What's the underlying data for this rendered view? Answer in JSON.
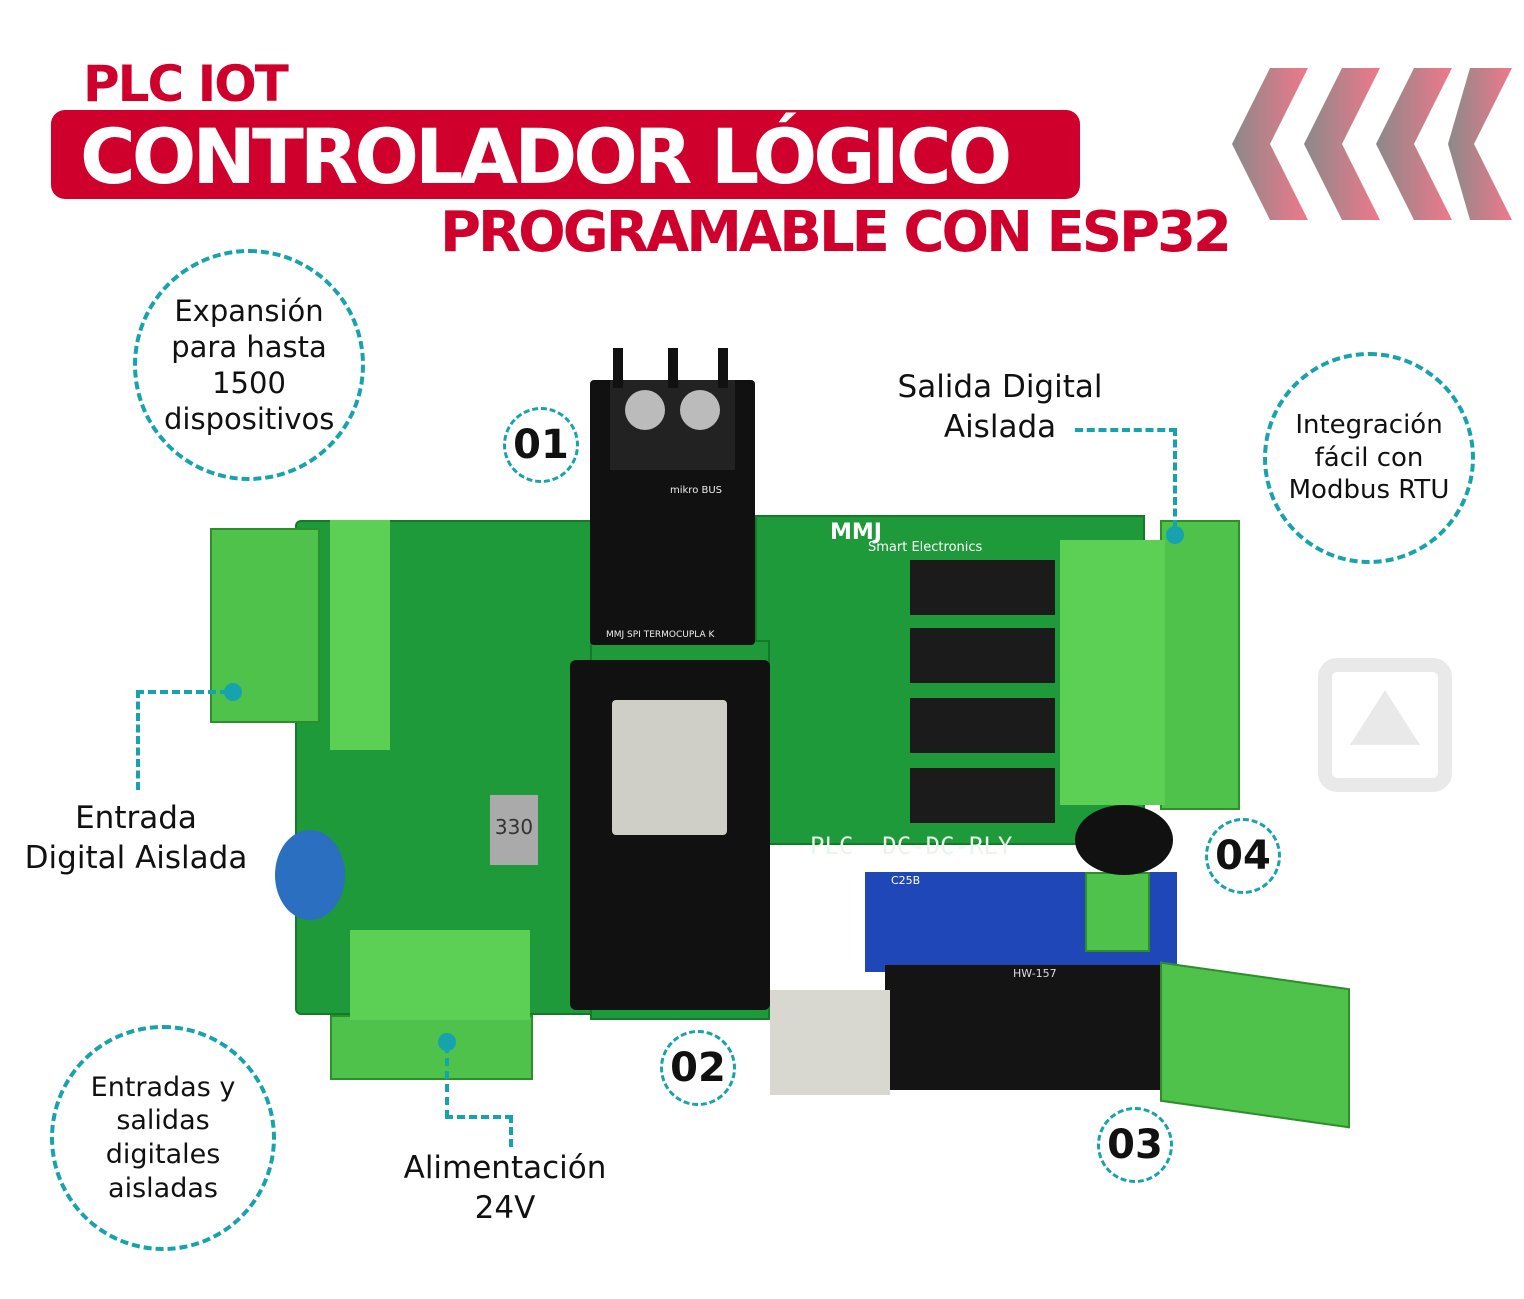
{
  "header": {
    "kicker": "PLC IOT",
    "title": "CONTROLADOR LÓGICO",
    "subtitle": "PROGRAMABLE CON ESP32"
  },
  "colors": {
    "brand_red": "#d0002c",
    "accent_teal": "#17a3ad",
    "pcb_green": "#1e9a3a"
  },
  "badges": {
    "expansion": "Expansión para hasta 1500 dispositivos",
    "modbus": "Integración fácil con Modbus RTU",
    "io": "Entradas y salidas digitales aisladas"
  },
  "callouts": {
    "n01": "01",
    "n02": "02",
    "n03": "03",
    "n04": "04",
    "salida": "Salida Digital Aislada",
    "entrada": "Entrada Digital Aislada",
    "alimentacion": "Alimentación 24V"
  },
  "board": {
    "brand": "MMJ",
    "brand_sub": "Smart Electronics",
    "model": "PLC  DC-DC-RLY",
    "module": "MMJ SPI TERMOCUPLA K",
    "mikrobus": "mikro BUS",
    "rs485": "C25B",
    "usb": "HW-157",
    "inductor": "330"
  }
}
